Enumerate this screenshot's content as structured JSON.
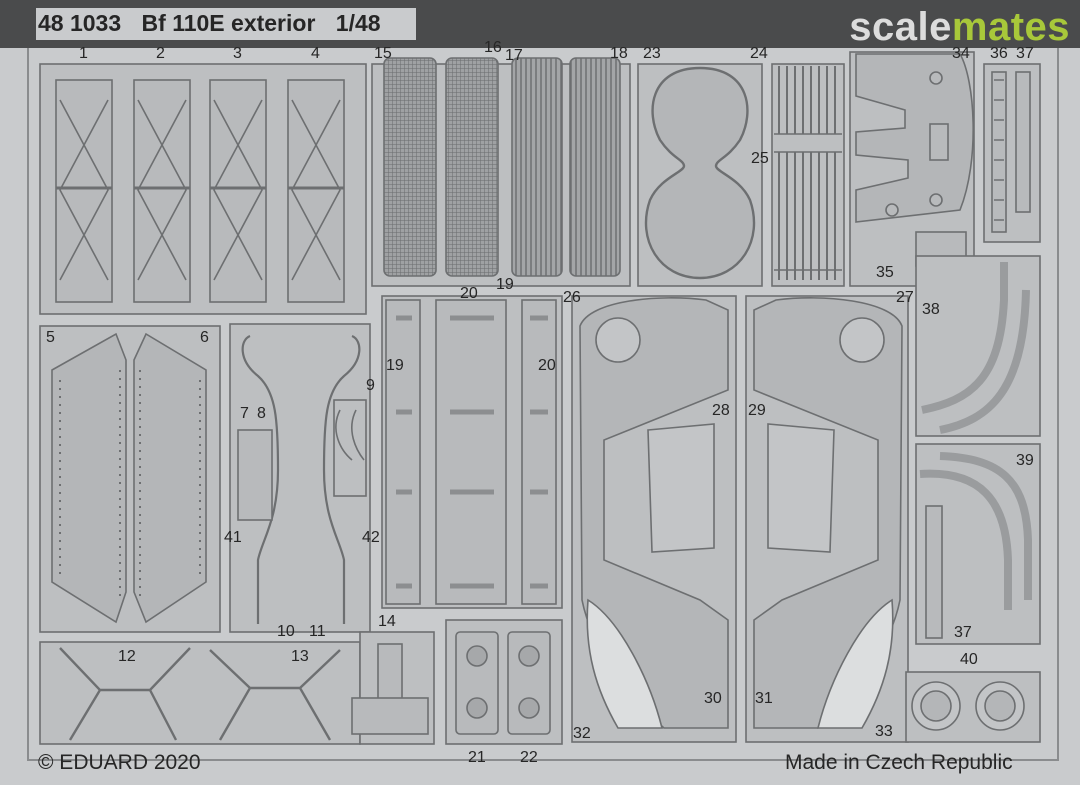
{
  "header": {
    "catalog_number": "48 1033",
    "title": "Bf 110E exterior",
    "scale": "1/48"
  },
  "watermark": {
    "left_part": "scale",
    "right_part": "mates"
  },
  "footer": {
    "copyright": "© EDUARD 2020",
    "origin": "Made in Czech Republic"
  },
  "part_labels": [
    "1",
    "2",
    "3",
    "4",
    "15",
    "16",
    "17",
    "18",
    "23",
    "24",
    "34",
    "36",
    "37",
    "25",
    "35",
    "27",
    "20",
    "19",
    "26",
    "38",
    "5",
    "6",
    "9",
    "7",
    "8",
    "19",
    "20",
    "28",
    "29",
    "39",
    "41",
    "42",
    "37",
    "10",
    "11",
    "14",
    "12",
    "13",
    "40",
    "30",
    "31",
    "32",
    "33",
    "21",
    "22"
  ],
  "colors": {
    "fret_background": "#c9cbcd",
    "part_fill": "#b8babc",
    "part_edge": "#6d6f71",
    "header_band": "#4a4b4c",
    "watermark_accent": "#a8c83a"
  }
}
